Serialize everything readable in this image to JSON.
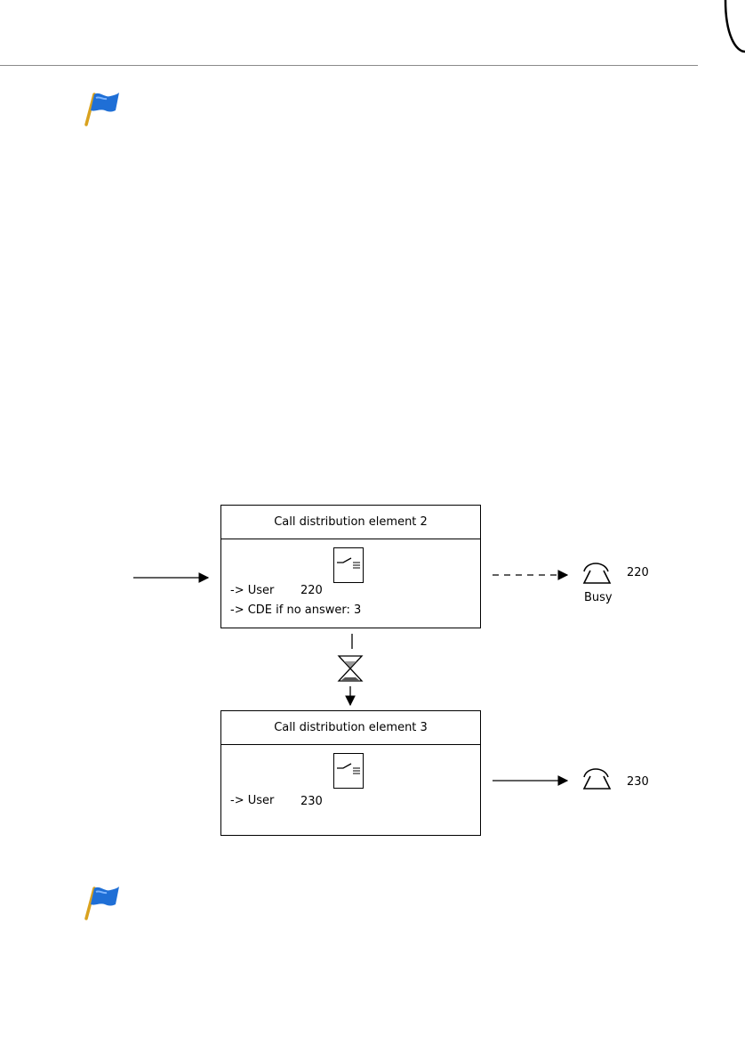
{
  "diagram": {
    "cde2": {
      "title": "Call distribution element 2",
      "row1_label": "-> User",
      "row1_value": "220",
      "row2_label": "-> CDE if no answer: 3"
    },
    "cde3": {
      "title": "Call distribution element 3",
      "row1_label": "-> User",
      "row1_value": "230"
    },
    "phone_220": {
      "number": "220",
      "status": "Busy"
    },
    "phone_230": {
      "number": "230"
    }
  },
  "icons": {
    "flag_note_1": "flag-note-icon",
    "flag_note_2": "flag-note-icon",
    "binder": "binder-tab-icon"
  },
  "colors": {
    "flag_blue": "#1f6fd6",
    "flag_pole": "#d9a21f",
    "rule": "#8a8a8a"
  }
}
